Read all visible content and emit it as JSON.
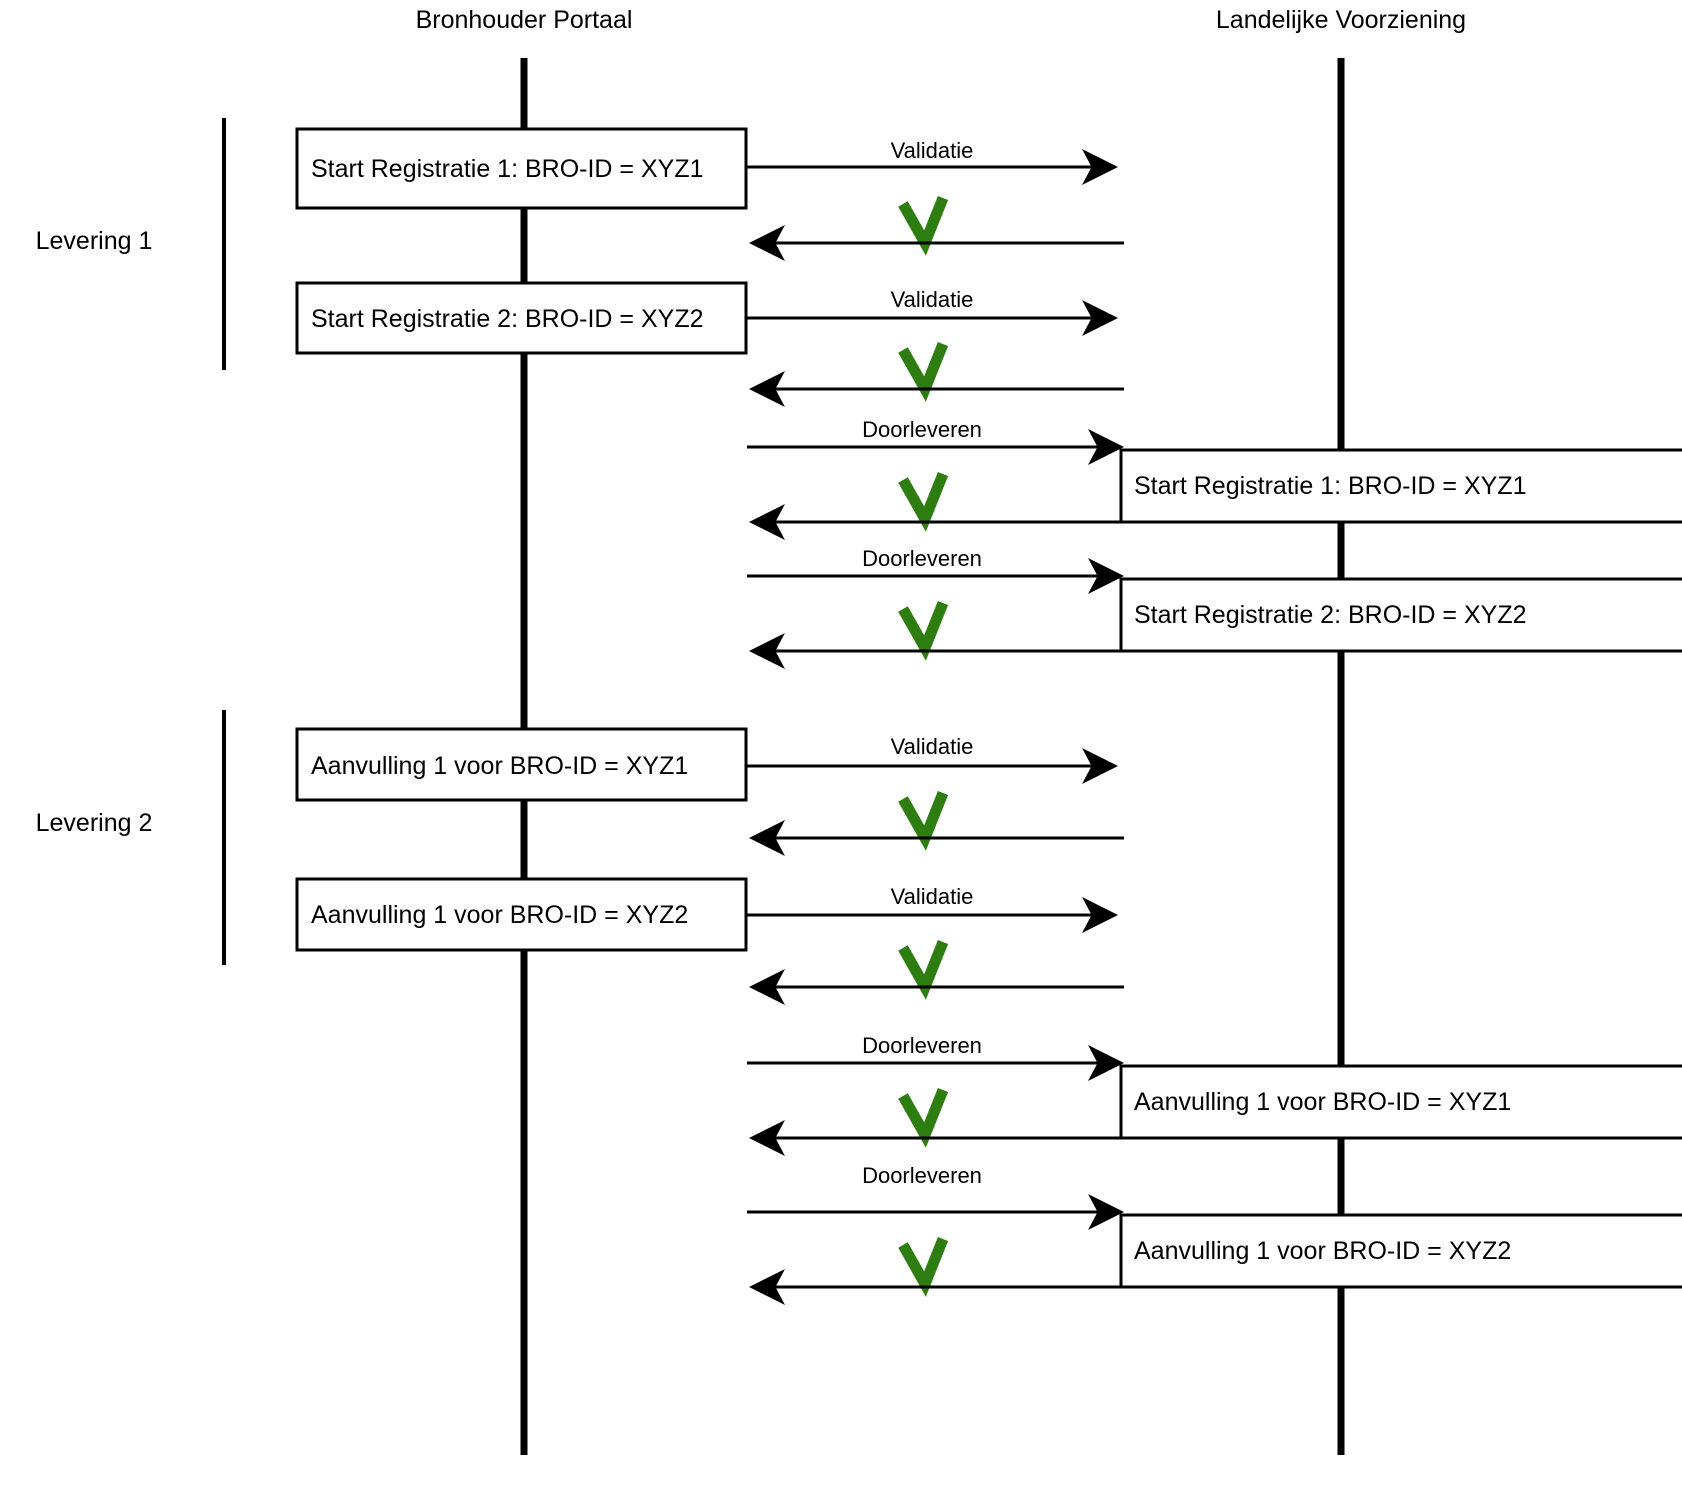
{
  "diagram": {
    "title_left": "Bronhouder Portaal",
    "title_right": "Landelijke Voorziening",
    "accent_green": "#2E7D10",
    "line_color": "#000000"
  },
  "groups": [
    {
      "label": "Levering 1"
    },
    {
      "label": "Levering 2"
    }
  ],
  "messages": [
    {
      "label": "Validatie"
    },
    {
      "label": "Validatie"
    },
    {
      "label": "Doorleveren"
    },
    {
      "label": "Doorleveren"
    },
    {
      "label": "Validatie"
    },
    {
      "label": "Validatie"
    },
    {
      "label": "Doorleveren"
    },
    {
      "label": "Doorleveren"
    }
  ],
  "left_boxes": [
    {
      "label": "Start Registratie 1: BRO-ID = XYZ1"
    },
    {
      "label": "Start Registratie 2: BRO-ID = XYZ2"
    },
    {
      "label": "Aanvulling 1 voor BRO-ID = XYZ1"
    },
    {
      "label": "Aanvulling 1 voor BRO-ID = XYZ2"
    }
  ],
  "right_boxes": [
    {
      "label": "Start Registratie 1: BRO-ID = XYZ1"
    },
    {
      "label": "Start Registratie 2: BRO-ID = XYZ2"
    },
    {
      "label": "Aanvulling 1 voor BRO-ID = XYZ1"
    },
    {
      "label": "Aanvulling 1 voor BRO-ID = XYZ2"
    }
  ],
  "checkmarks": [
    {
      "name": "validatie-1-ok"
    },
    {
      "name": "validatie-2-ok"
    },
    {
      "name": "doorleveren-1-ok"
    },
    {
      "name": "doorleveren-2-ok"
    },
    {
      "name": "validatie-3-ok"
    },
    {
      "name": "validatie-4-ok"
    },
    {
      "name": "doorleveren-3-ok"
    },
    {
      "name": "doorleveren-4-ok"
    }
  ]
}
